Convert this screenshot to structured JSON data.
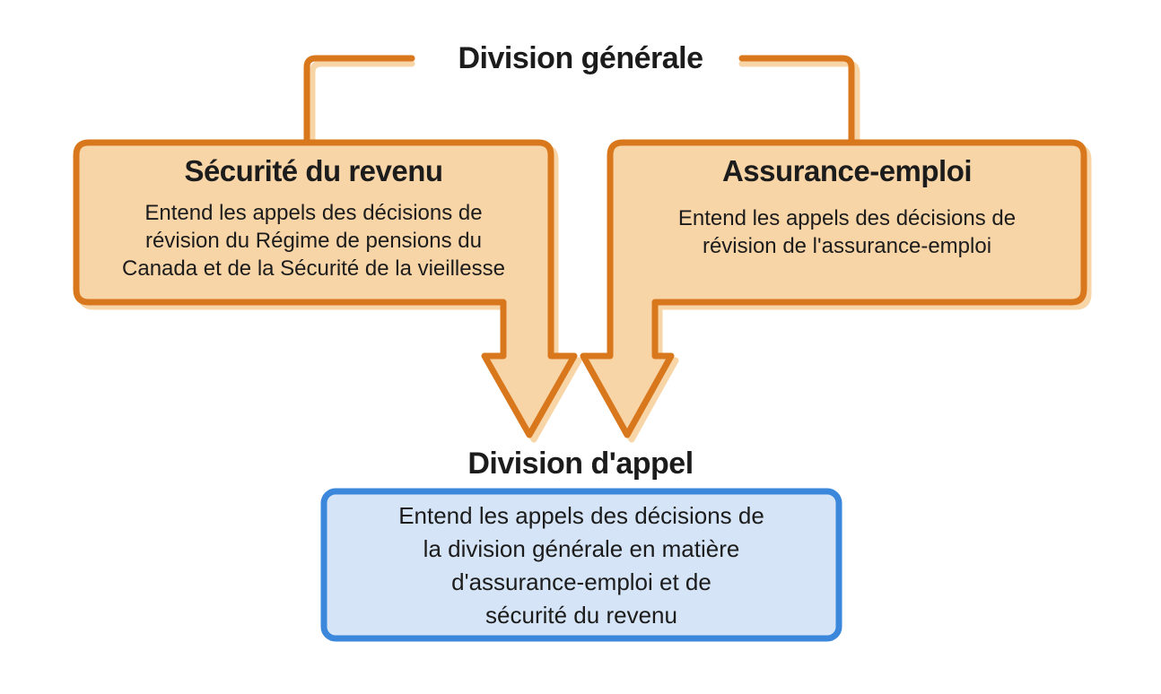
{
  "diagram": {
    "top_section": {
      "title": "Division générale"
    },
    "boxes": {
      "income_security": {
        "title": "Sécurité du revenu",
        "lines": [
          "Entend les appels des décisions de",
          "révision du Régime de pensions du",
          "Canada et de la Sécurité de la vieillesse"
        ]
      },
      "employment_insurance": {
        "title": "Assurance-emploi",
        "lines": [
          "Entend les appels des décisions de",
          "révision de l'assurance-emploi"
        ]
      },
      "appeal": {
        "title": "Division d'appel",
        "lines": [
          "Entend les appels des décisions de",
          "la division générale en matière",
          "d'assurance-emploi et de",
          "sécurité du revenu"
        ]
      }
    },
    "colors": {
      "orange_border": "#D9771C",
      "orange_fill": "#F8D5A7",
      "blue_border": "#3B87DB",
      "blue_fill": "#D5E4F6",
      "text": "#1C1C1C",
      "background": "#FFFFFF"
    }
  }
}
